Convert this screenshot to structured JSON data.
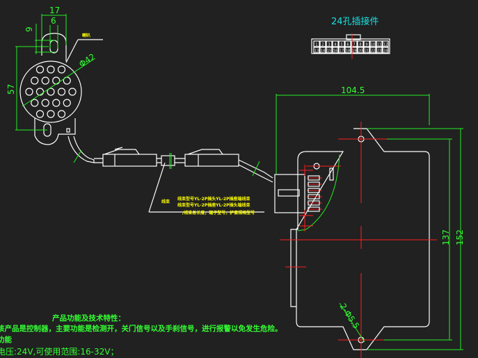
{
  "colors": {
    "background": "#212121",
    "outline": "#ffffff",
    "dimension": "#22ee22",
    "centerline": "#ff2020",
    "label": "#ffff00",
    "title": "#19e0e0"
  },
  "dimensions": {
    "top_width": "17",
    "slot_width": "6",
    "slot_height": "9",
    "mount_pitch": "57",
    "diameter": "Φ42",
    "box_width": "104.5",
    "hole_pitch": "137",
    "box_height": "152",
    "holes": "2-Φ5.5"
  },
  "labels": {
    "speaker": "喇叭",
    "connector_title": "24孔插接件",
    "harness_tag": "线束",
    "harness_line1": "线束型号YL-2P插头YL-2P插座端线束",
    "harness_line2": "线束型号YL-2P插座YL-2P插头端线束",
    "harness_line3": "/线束总长度，端子型号，护套规格型号"
  },
  "connector_pins": {
    "row1": [
      "1",
      "2",
      "3",
      "4",
      "5",
      "6",
      "7",
      "8",
      "9",
      "10",
      "11",
      "12"
    ],
    "row2": [
      "13",
      "14",
      "15",
      "16",
      "17",
      "18",
      "19",
      "20",
      "21",
      "22",
      "23",
      "24"
    ]
  },
  "notes": {
    "title": "产品功能及技术特性：",
    "line1": "该产品是控制器，主要功能是检测开，关门信号以及手刹信号，进行报警以免发生危险。",
    "line2": "功能",
    "line3": "电压:24V,可使用范围:16-32V；"
  }
}
